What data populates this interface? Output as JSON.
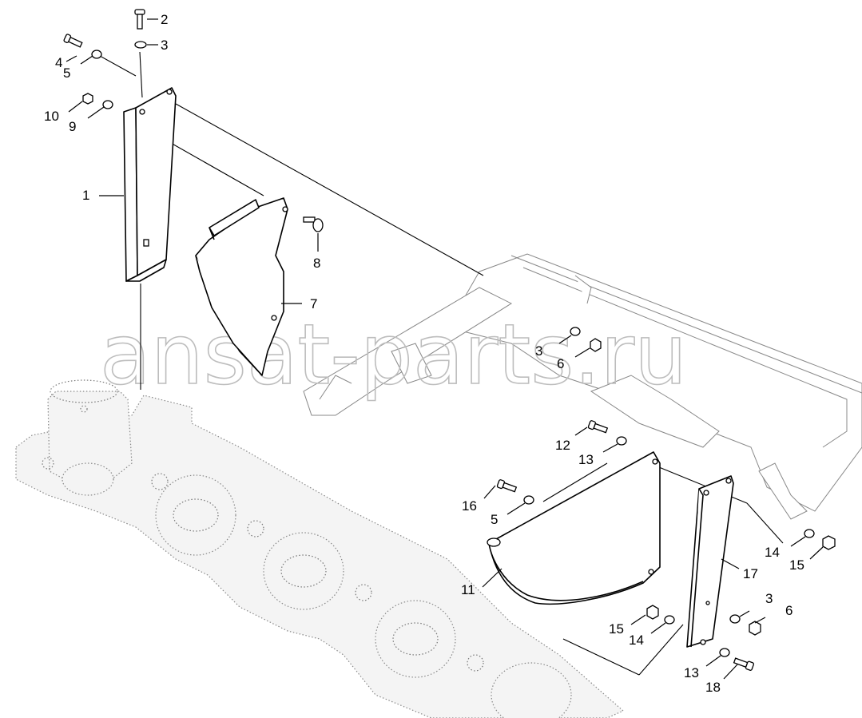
{
  "watermark": "ansat-parts.ru",
  "callouts": [
    "1",
    "2",
    "3",
    "4",
    "5",
    "10",
    "9",
    "8",
    "7",
    "3",
    "6",
    "12",
    "13",
    "16",
    "5",
    "11",
    "17",
    "14",
    "15",
    "3",
    "6",
    "15",
    "14",
    "13",
    "18"
  ]
}
